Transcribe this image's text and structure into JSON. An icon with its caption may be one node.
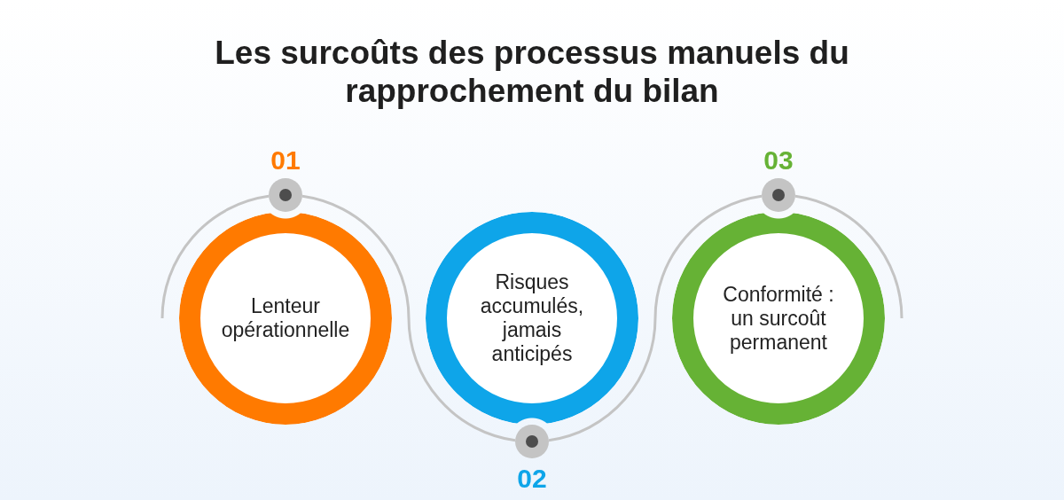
{
  "diagram": {
    "title": "Les surcoûts des processus manuels du rapprochement du bilan",
    "nodes": [
      {
        "text": [
          "Lenteur opérationnelle"
        ],
        "beside": [
          "01"
        ]
      },
      {
        "text": [
          "Risques accumulés, jamais anticipés"
        ],
        "beside": [
          "02"
        ]
      },
      {
        "text": [
          "Conformité : un surcoût permanent"
        ],
        "beside": [
          "03"
        ]
      }
    ],
    "edges": [
      {
        "from": 0,
        "to": 1,
        "arrow": "none"
      },
      {
        "from": 1,
        "to": 2,
        "arrow": "none"
      }
    ]
  }
}
